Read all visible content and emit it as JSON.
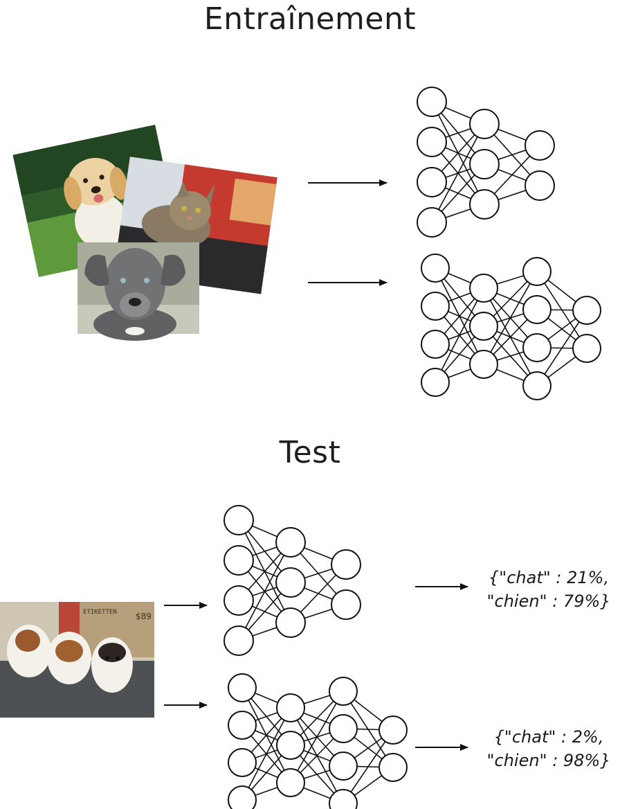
{
  "titles": {
    "training": "Entraînement",
    "test": "Test"
  },
  "training_images": [
    {
      "subject": "golden-retriever-puppy-photo",
      "colors": [
        "#2d5a2a",
        "#e6c48f",
        "#f4f0e8"
      ]
    },
    {
      "subject": "tabby-cat-photo",
      "colors": [
        "#c73a30",
        "#8a7a66",
        "#d7dce2"
      ]
    },
    {
      "subject": "grey-pitbull-puppy-photo",
      "colors": [
        "#a7aa9b",
        "#6d6f70",
        "#2e2f33"
      ]
    }
  ],
  "test_image": {
    "subject": "three-saint-bernard-puppies-photo",
    "box_text": "ETIKETTEN",
    "box_number": "$89"
  },
  "networks": {
    "small": {
      "layers": [
        4,
        3,
        2
      ]
    },
    "large": {
      "layers": [
        4,
        3,
        4,
        2
      ]
    }
  },
  "results": [
    {
      "line1": "{\"chat\" : 21%,",
      "line2": "\"chien\" : 79%}"
    },
    {
      "line1": "{\"chat\" : 2%,",
      "line2": "\"chien\" : 98%}"
    }
  ],
  "colors": {
    "stroke": "#111111",
    "background": "#ffffff"
  }
}
